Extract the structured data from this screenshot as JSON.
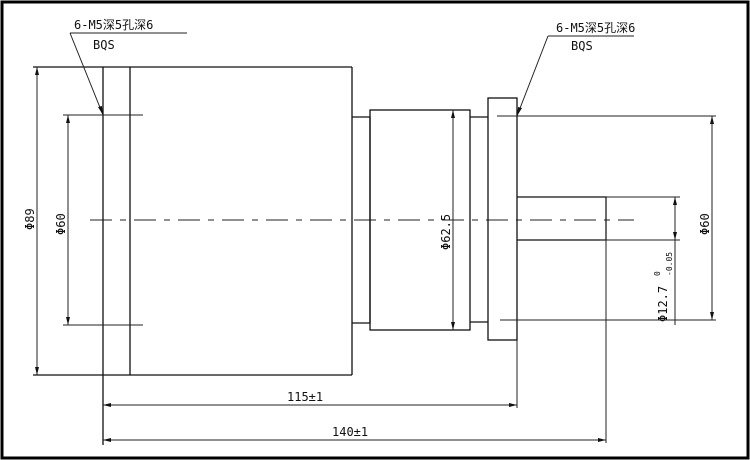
{
  "drawing": {
    "note_left": {
      "line1": "6-M5深5孔深6",
      "line2": "BQS"
    },
    "note_right": {
      "line1": "6-M5深5孔深6",
      "line2": "BQS"
    },
    "dimensions": {
      "body_diameter": "Φ89",
      "flange_pcd_left": "Φ60",
      "middle_diameter": "Φ62.5",
      "flange_pcd_right": "Φ60",
      "shaft_diameter": "Φ12.7",
      "shaft_tol_upper": "0",
      "shaft_tol_lower": "-0.05",
      "length_short": "115±1",
      "length_total": "140±1"
    }
  }
}
